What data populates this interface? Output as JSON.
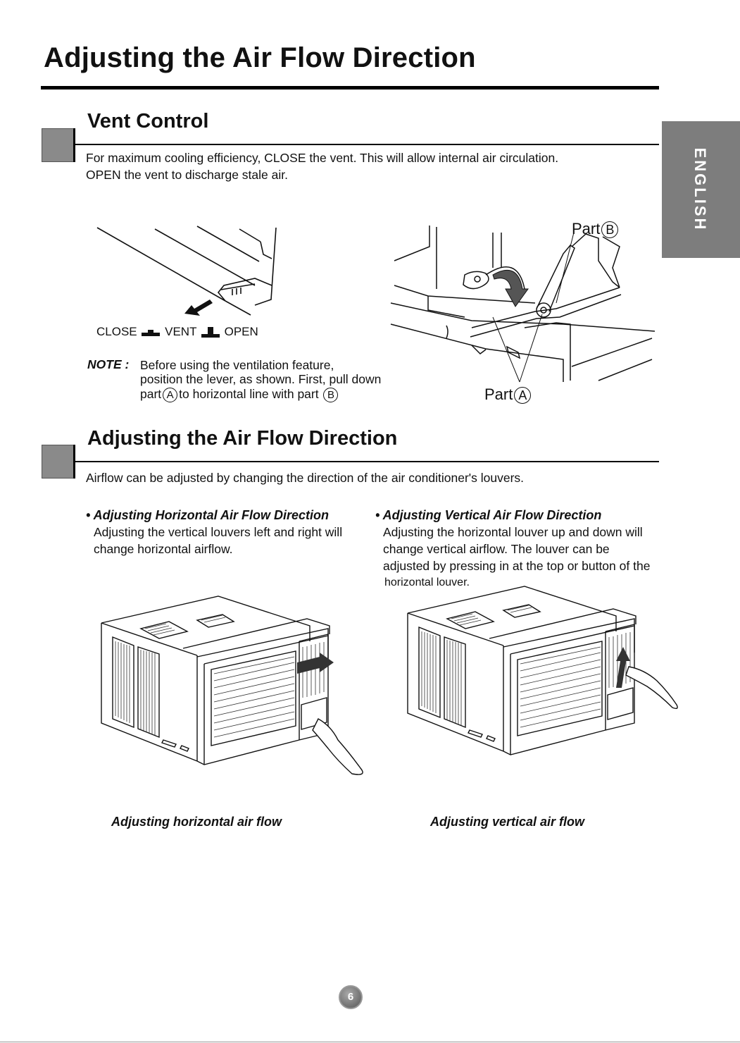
{
  "page": {
    "title": "Adjusting the Air Flow Direction",
    "language_tab": "ENGLISH",
    "page_number": "6"
  },
  "vent_control": {
    "heading": "Vent Control",
    "intro_line1": "For maximum cooling efficiency, CLOSE the vent. This will allow internal air circulation.",
    "intro_line2": "OPEN the vent to discharge stale air.",
    "label_close": "CLOSE",
    "label_vent": "VENT",
    "label_open": "OPEN",
    "note_label": "NOTE :",
    "note_line1": "Before using the ventilation feature,",
    "note_line2": "position the lever, as shown. First, pull down",
    "note_line3_a": "part",
    "note_line3_b": "to horizontal line with part",
    "circle_a": "A",
    "circle_b": "B",
    "part_b_label": "Part",
    "part_a_label": "Part"
  },
  "air_flow": {
    "heading": "Adjusting the Air Flow Direction",
    "intro": "Airflow can be adjusted by changing the direction of the air conditioner's  louvers.",
    "horizontal": {
      "title": "• Adjusting Horizontal Air Flow Direction",
      "line1": "Adjusting the vertical  louvers left and right will",
      "line2": "change horizontal airflow.",
      "caption": "Adjusting horizontal air flow"
    },
    "vertical": {
      "title": "• Adjusting Vertical Air Flow Direction",
      "line1": "Adjusting the horizontal louver up and down will",
      "line2": "change vertical airflow. The louver can be",
      "line3": "adjusted by pressing in at the top or button of the",
      "line4": "horizontal louver.",
      "caption": "Adjusting vertical air flow"
    }
  },
  "colors": {
    "section_block": "#8a8a8a",
    "language_tab": "#7d7d7d"
  }
}
